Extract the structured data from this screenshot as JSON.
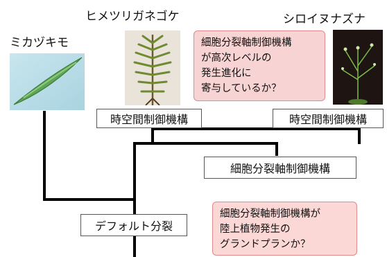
{
  "species": {
    "mikazukimo": "ミカヅキモ",
    "hime": "ヒメツリガネゴケ",
    "shiro": "シロイヌナズナ"
  },
  "boxes": {
    "spatiotemporal_left": "時空間制御機構",
    "spatiotemporal_right": "時空間制御機構",
    "division_axis": "細胞分裂軸制御機構",
    "default_division": "デフォルト分裂"
  },
  "callouts": {
    "top": [
      "細胞分裂軸制御機構",
      "が高次レベルの",
      "発生進化に",
      "寄与しているか？"
    ],
    "bottom": [
      "細胞分裂軸制御機構が",
      "陸上植物発生の",
      "グランドプランか？"
    ]
  },
  "colors": {
    "callout_top_bg": "#f8d3d3",
    "callout_bottom_bg": "#fbd7d5",
    "tree_line": "#000000"
  }
}
